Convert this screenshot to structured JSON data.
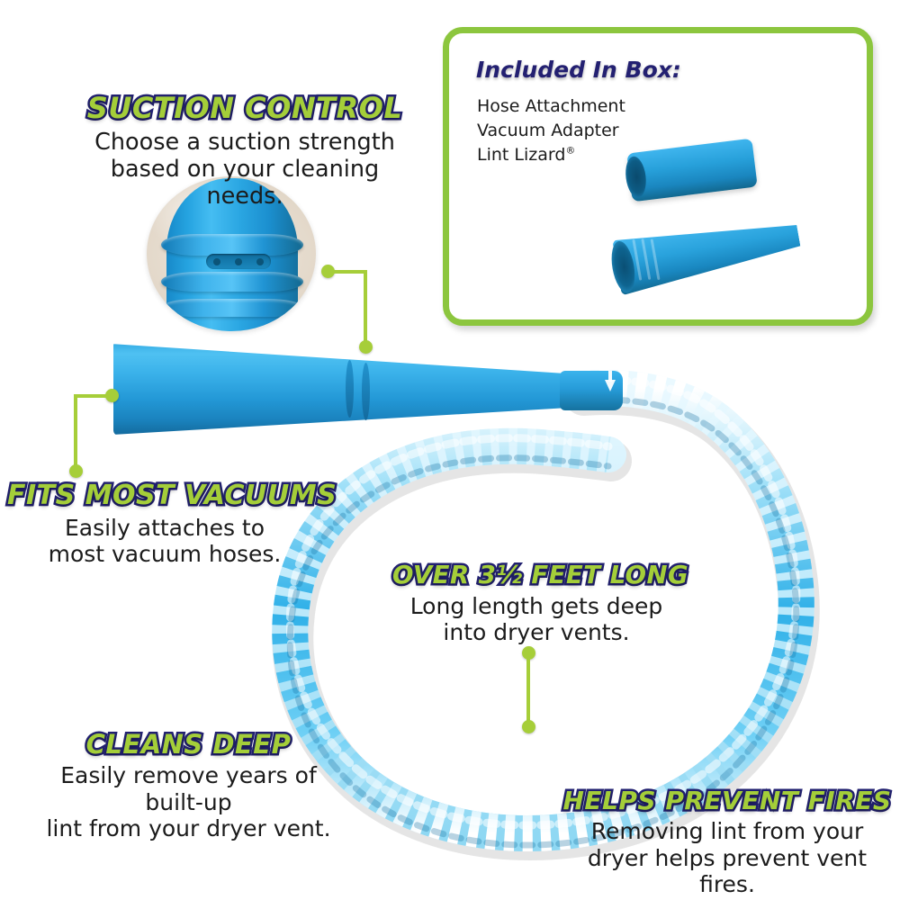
{
  "page": {
    "product_name": "Lint Lizard",
    "background_color": "#ffffff",
    "accent_green": "#a4ce39",
    "outline_navy": "#222170",
    "product_blue": "#2aa6e2",
    "hose_cyan": "#3fb9ee",
    "border_green": "#8cc63e"
  },
  "features": [
    {
      "id": "suction-control",
      "heading": "SUCTION CONTROL",
      "body": "Choose a suction strength\nbased on your cleaning needs."
    },
    {
      "id": "fits-most-vacuums",
      "heading": "FITS MOST VACUUMS",
      "body": "Easily attaches to\nmost vacuum hoses."
    },
    {
      "id": "over-three-and-a-half-feet-long",
      "heading": "OVER 3½ FEET LONG",
      "body": "Long length gets deep\ninto dryer vents."
    },
    {
      "id": "cleans-deep",
      "heading": "CLEANS DEEP",
      "body": "Easily remove years of built-up\nlint from your dryer vent."
    },
    {
      "id": "helps-prevent-fires",
      "heading": "HELPS PREVENT FIRES",
      "body": "Removing lint from your\ndryer helps prevent vent fires."
    }
  ],
  "included_in_box": {
    "title": "Included In Box:",
    "items": [
      {
        "label": "Hose Attachment",
        "trademark": ""
      },
      {
        "label": "Vacuum Adapter",
        "trademark": ""
      },
      {
        "label": "Lint Lizard",
        "trademark": "®"
      }
    ]
  },
  "callouts": [
    {
      "id": "suction-control-callout",
      "shape": "elbow-down"
    },
    {
      "id": "fits-most-vacuums-callout",
      "shape": "elbow-down-left"
    },
    {
      "id": "over-feet-long-callout",
      "shape": "straight-vertical"
    }
  ],
  "artwork": {
    "inset_photo": "suction-control-nozzle-closeup",
    "main_nozzle": "lint-lizard-vacuum-nozzle",
    "coiled_hose": "flexible-coiled-hose",
    "box_parts": [
      "vacuum-adapter-cylinder",
      "tapered-hose-nozzle"
    ]
  }
}
